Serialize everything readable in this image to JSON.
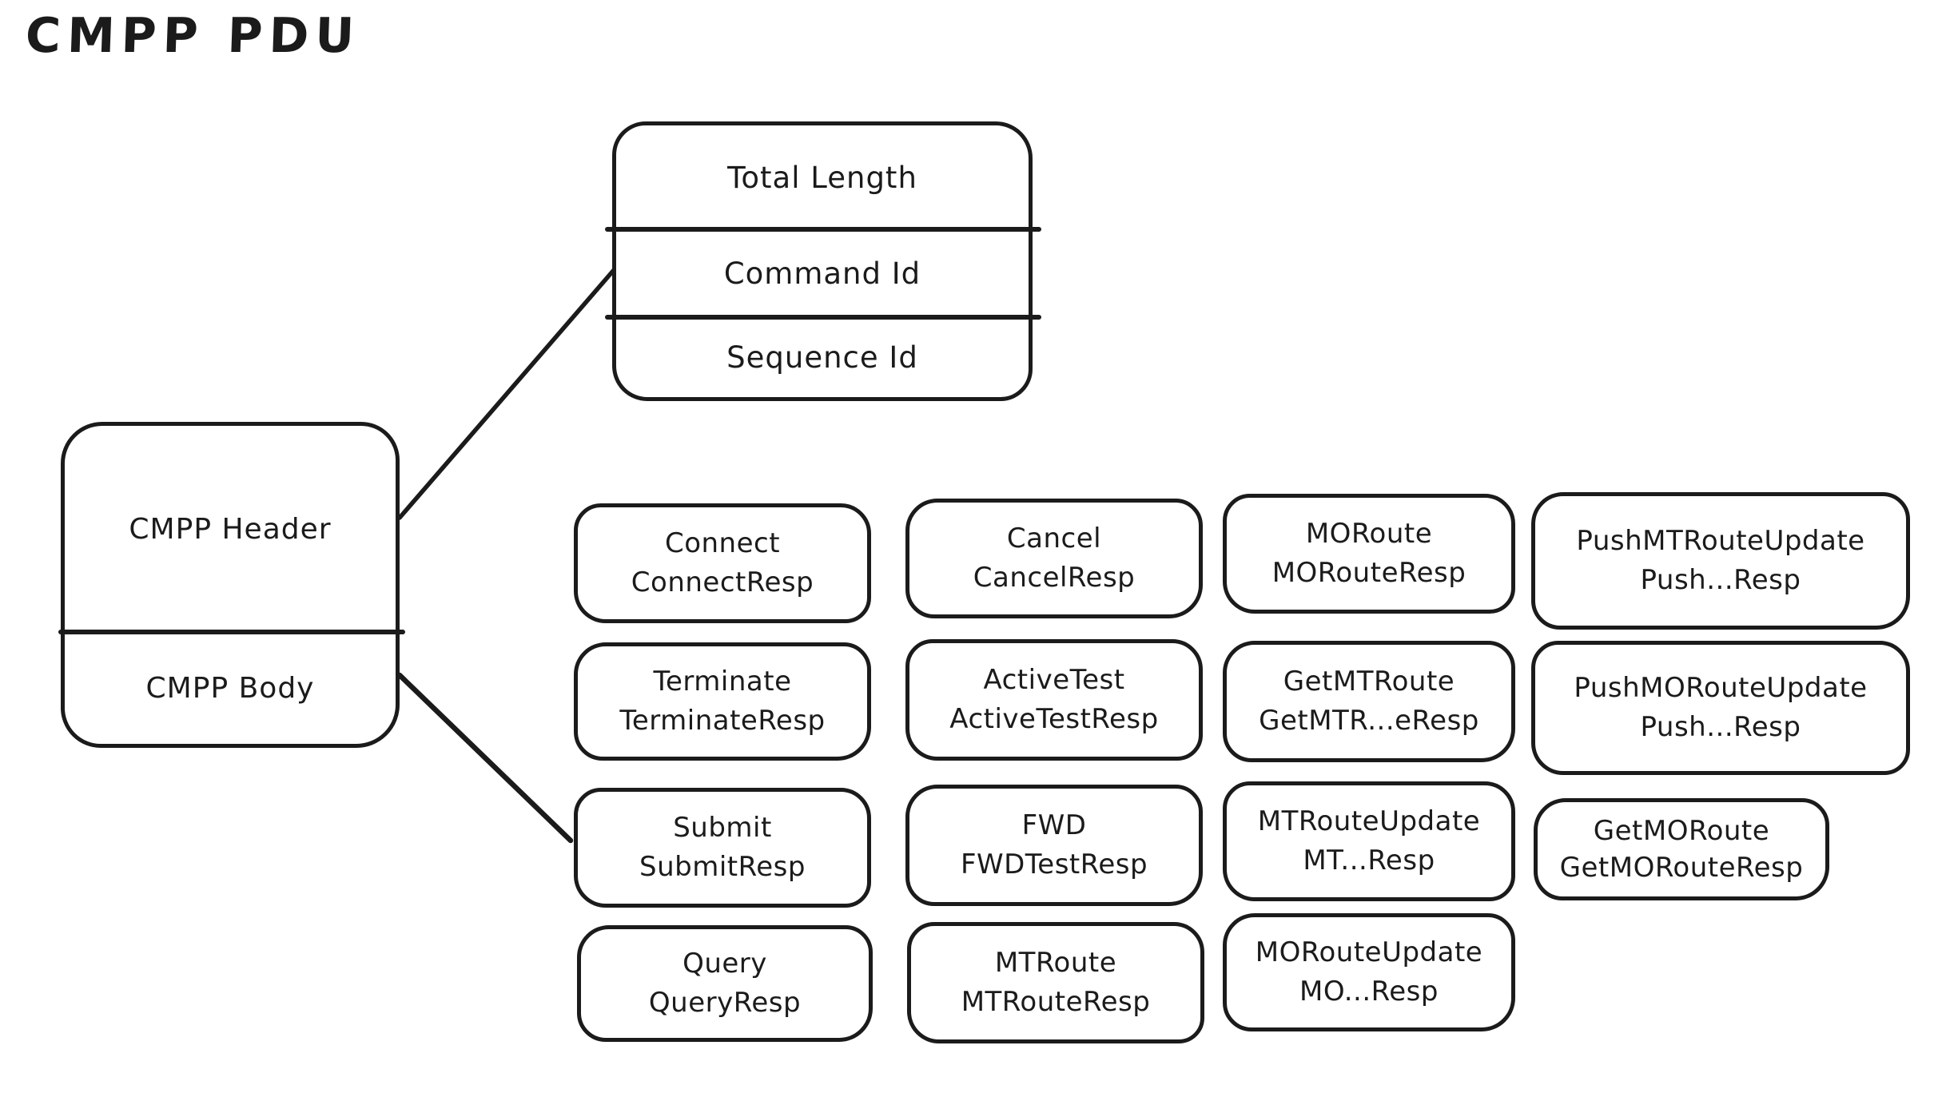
{
  "title": "CMPP PDU",
  "colors": {
    "stroke": "#1b1b1b",
    "background": "#ffffff"
  },
  "pdu_box": {
    "header_label": "CMPP Header",
    "body_label": "CMPP Body"
  },
  "header_fields": [
    "Total Length",
    "Command Id",
    "Sequence Id"
  ],
  "commands": [
    {
      "line1": "Connect",
      "line2": "ConnectResp"
    },
    {
      "line1": "Cancel",
      "line2": "CancelResp"
    },
    {
      "line1": "MORoute",
      "line2": "MORouteResp"
    },
    {
      "line1": "PushMTRouteUpdate",
      "line2": "Push...Resp"
    },
    {
      "line1": "Terminate",
      "line2": "TerminateResp"
    },
    {
      "line1": "ActiveTest",
      "line2": "ActiveTestResp"
    },
    {
      "line1": "GetMTRoute",
      "line2": "GetMTR...eResp"
    },
    {
      "line1": "PushMORouteUpdate",
      "line2": "Push...Resp"
    },
    {
      "line1": "Submit",
      "line2": "SubmitResp"
    },
    {
      "line1": "FWD",
      "line2": "FWDTestResp"
    },
    {
      "line1": "MTRouteUpdate",
      "line2": "MT...Resp"
    },
    {
      "line1": "GetMORoute",
      "line2": "GetMORouteResp"
    },
    {
      "line1": "Query",
      "line2": "QueryResp"
    },
    {
      "line1": "MTRoute",
      "line2": "MTRouteResp"
    },
    {
      "line1": "MORouteUpdate",
      "line2": "MO...Resp"
    }
  ]
}
